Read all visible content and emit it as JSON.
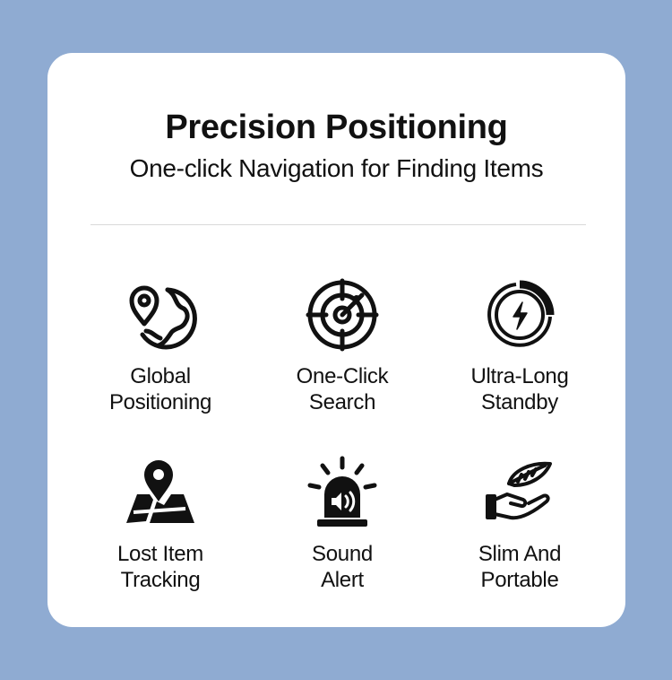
{
  "header": {
    "title": "Precision Positioning",
    "subtitle": "One-click Navigation for Finding Items"
  },
  "features": [
    {
      "icon": "globe-pin-icon",
      "line1": "Global",
      "line2": "Positioning"
    },
    {
      "icon": "radar-icon",
      "line1": "One-Click",
      "line2": "Search"
    },
    {
      "icon": "battery-charge-icon",
      "line1": "Ultra-Long",
      "line2": "Standby"
    },
    {
      "icon": "map-pin-icon",
      "line1": "Lost Item",
      "line2": "Tracking"
    },
    {
      "icon": "alarm-siren-icon",
      "line1": "Sound",
      "line2": "Alert"
    },
    {
      "icon": "feather-hand-icon",
      "line1": "Slim And",
      "line2": "Portable"
    }
  ],
  "colors": {
    "background": "#8fabd2",
    "card": "#ffffff",
    "text": "#111111"
  }
}
